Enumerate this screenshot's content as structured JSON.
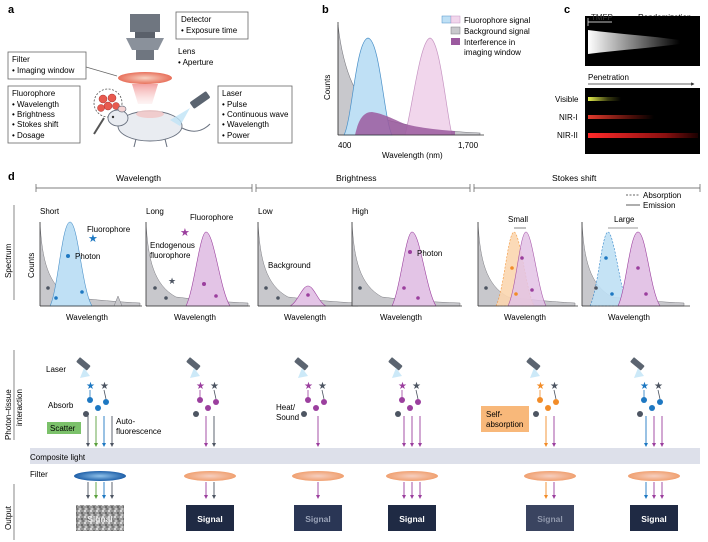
{
  "panel_labels": {
    "a": "a",
    "b": "b",
    "c": "c",
    "d": "d"
  },
  "panel_a": {
    "detector": {
      "title": "Detector",
      "items": [
        "• Exposure time"
      ]
    },
    "lens": {
      "title": "Lens",
      "items": [
        "• Aperture"
      ]
    },
    "filter": {
      "title": "Filter",
      "items": [
        "• Imaging window"
      ]
    },
    "fluorophore": {
      "title": "Fluorophore",
      "items": [
        "• Wavelength",
        "• Brightness",
        "• Stokes shift",
        "• Dosage"
      ]
    },
    "laser": {
      "title": "Laser",
      "items": [
        "• Pulse",
        "• Continuous wave",
        "• Wavelength",
        "• Power"
      ]
    }
  },
  "panel_b": {
    "ylabel": "Counts",
    "xlabel": "Wavelength (nm)",
    "ticks": [
      "400",
      "1,700"
    ],
    "legend": [
      {
        "label": "Fluorophore signal",
        "color": "#bfe0f5"
      },
      {
        "label": "Background signal",
        "color": "#c8c8cc"
      },
      {
        "label": "Interference in",
        "label2": "imaging window",
        "color": "#9b5a9f"
      }
    ]
  },
  "panel_c": {
    "tmfp": "TMFP",
    "randomization": "Randomization",
    "penetration": "Penetration",
    "rows": [
      "Visible",
      "NIR-I",
      "NIR-II"
    ]
  },
  "panel_d": {
    "headers": [
      "Wavelength",
      "Brightness",
      "Stokes shift"
    ],
    "legend": {
      "absorption": "Absorption",
      "emission": "Emission"
    },
    "spectrum_label": "Spectrum",
    "counts_label": "Counts",
    "wavelength_label": "Wavelength",
    "sub": [
      "Short",
      "Long",
      "Low",
      "High",
      "Small",
      "Large"
    ],
    "annot": {
      "fluorophore": "Fluorophore",
      "photon": "Photon",
      "endogenous1": "Endogenous",
      "endogenous2": "fluorophore",
      "background": "Background"
    },
    "interaction": {
      "section_label1": "Photon–tissue",
      "section_label2": "interaction",
      "laser": "Laser",
      "absorb": "Absorb",
      "scatter": "Scatter",
      "auto1": "Auto-",
      "auto2": "fluorescence",
      "heat1": "Heat/",
      "heat2": "Sound",
      "self1": "Self-",
      "self2": "absorption"
    },
    "composite": "Composite light",
    "filter": "Filter",
    "output_label": "Output",
    "signal": "Signal"
  },
  "colors": {
    "blue": "#1e78c2",
    "purple": "#9b3f9e",
    "gray": "#4d5562",
    "green": "#5aa03c",
    "orange": "#f28c28",
    "navy": "#1f2a44"
  }
}
